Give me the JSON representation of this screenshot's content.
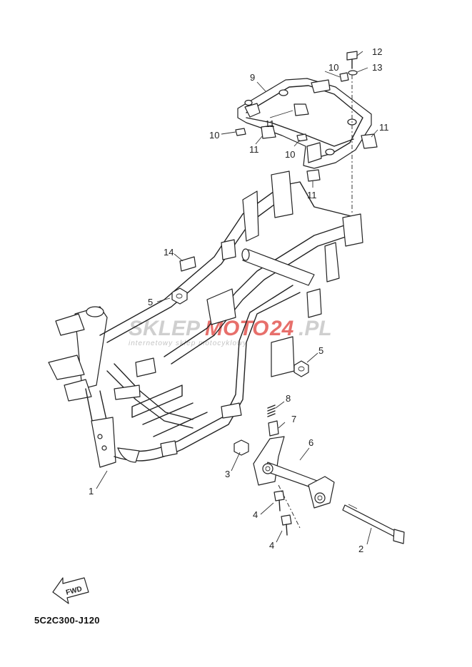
{
  "diagram_code": "5C2C300-J120",
  "fwd_label": "FWD",
  "watermark": {
    "main_a": "SKLEP",
    "main_b": "MOTO",
    "main_c": "24",
    "main_d": ".PL",
    "sub": "internetowy sklep motocyklowy"
  },
  "callouts": {
    "c1": "1",
    "c2": "2",
    "c3": "3",
    "c4a": "4",
    "c4b": "4",
    "c5a": "5",
    "c5b": "5",
    "c6": "6",
    "c7": "7",
    "c8": "8",
    "c9": "9",
    "c10a": "10",
    "c10b": "10",
    "c10c": "10",
    "c11a": "11",
    "c11b": "11",
    "c11c": "11",
    "c11d": "11",
    "c12": "12",
    "c13": "13",
    "c14": "14"
  },
  "colors": {
    "line": "#222222",
    "watermark_red": "#e0403a",
    "watermark_grey": "#b8b8b8"
  }
}
